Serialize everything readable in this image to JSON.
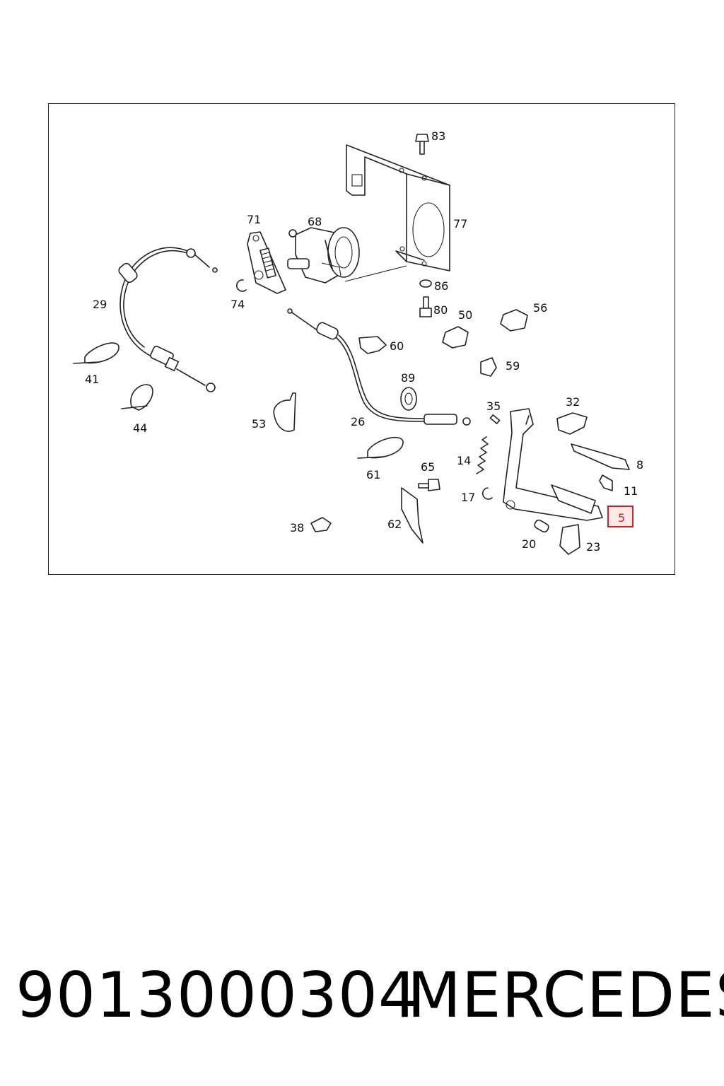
{
  "diagram": {
    "labels": {
      "p83": "83",
      "p77": "77",
      "p71": "71",
      "p68": "68",
      "p74": "74",
      "p86": "86",
      "p80": "80",
      "p50": "50",
      "p56": "56",
      "p29": "29",
      "p60": "60",
      "p59": "59",
      "p41": "41",
      "p89": "89",
      "p44": "44",
      "p53": "53",
      "p26": "26",
      "p35": "35",
      "p32": "32",
      "p61": "61",
      "p65": "65",
      "p14": "14",
      "p8": "8",
      "p11": "11",
      "p17": "17",
      "p5": "5",
      "p38": "38",
      "p62": "62",
      "p20": "20",
      "p23": "23"
    },
    "highlight_color": "#d02020"
  },
  "footer": {
    "part_number": "9013000304",
    "brand": "MERCEDES"
  }
}
